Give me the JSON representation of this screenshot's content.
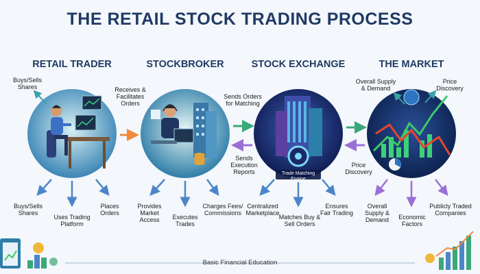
{
  "title": "THE RETAIL STOCK TRADING PROCESS",
  "stages": [
    {
      "title": "RETAIL TRADER"
    },
    {
      "title": "STOCKBROKER"
    },
    {
      "title": "STOCK EXCHANGE"
    },
    {
      "title": "THE MARKET"
    }
  ],
  "labels": {
    "buys_sells_top": "Buys/Sells Shares",
    "receives_facilitates": "Receives & Facilitates Orders",
    "sends_orders_matching": "Sends Orders for Matching",
    "sends_execution_reports": "Sends Execution Reports",
    "overall_supply_demand_top": "Overall Supply & Demand",
    "price_discovery_top": "Price Discovery",
    "price_discovery_mid": "Price Discovery",
    "trade_matching_engine": "Trade Matching Engine",
    "buys_sells_bottom": "Buys/Sells Shares",
    "uses_trading_platform": "Uses Trading Platform",
    "places_orders": "Places Orders",
    "provides_market_access": "Provides Market Access",
    "executes_trades": "Executes Trades",
    "charges_fees": "Charges Fees/ Commissions",
    "centralized_marketplace": "Centralized Marketplace",
    "matches_orders": "Matches Buy & Sell Orders",
    "ensures_fair_trading": "Ensures Fair Trading",
    "overall_supply_demand_bottom": "Overall Supply & Demand",
    "economic_factors": "Economic Factors",
    "publicly_traded": "Publicly Traded Companies"
  },
  "footer": "Basic Financial Education",
  "colors": {
    "title": "#1f3a64",
    "forward_arrow": "#f08a3c",
    "green_arrow": "#3aa878",
    "return_arrow": "#9b6fd6",
    "blue_arrow": "#4c86c8"
  }
}
